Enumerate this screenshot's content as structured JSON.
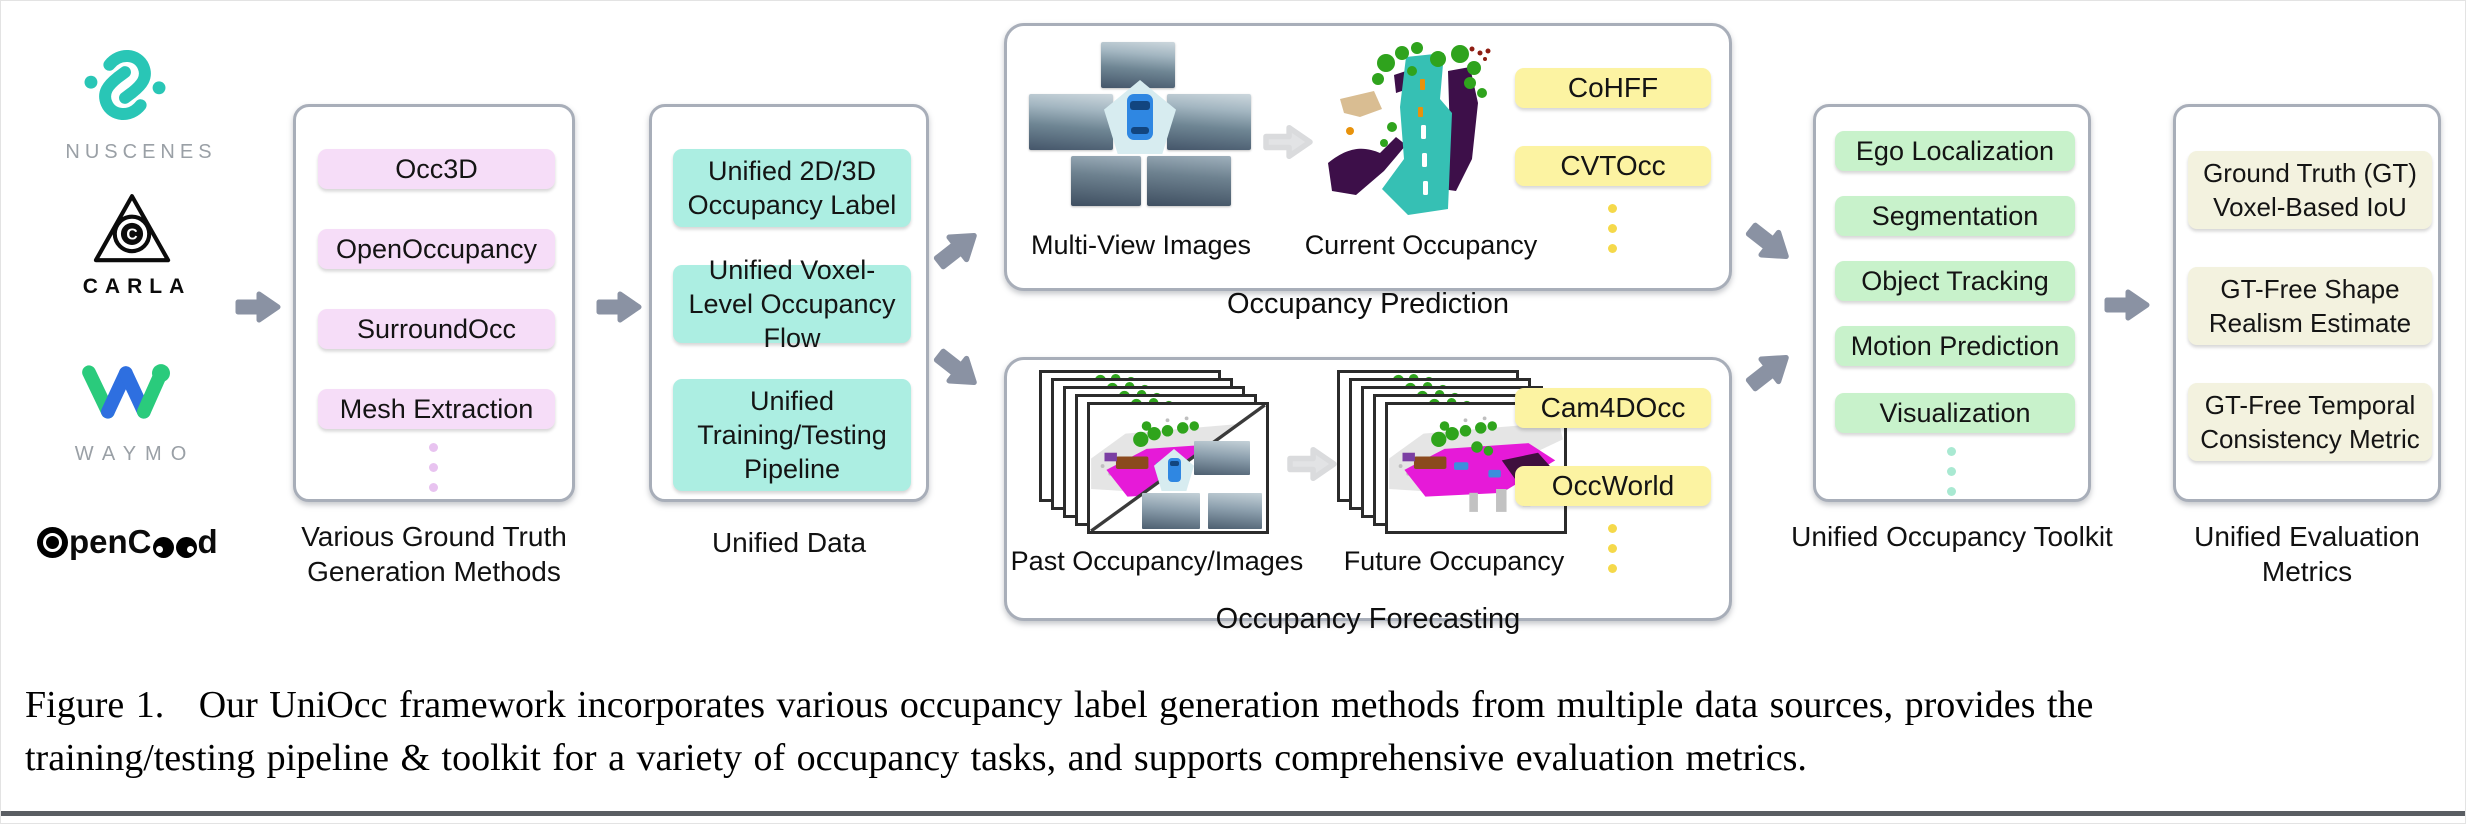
{
  "sources": {
    "nuscenes": {
      "label": "NUSCENES"
    },
    "carla": {
      "label": "CARLA"
    },
    "waymo": {
      "label": "WAYMO"
    },
    "opencood": {
      "label": "OpenCood",
      "p1": "pen",
      "p2": "C",
      "p3": "d"
    }
  },
  "gt": {
    "label": "Various Ground Truth Generation Methods",
    "items": [
      "Occ3D",
      "OpenOccupancy",
      "SurroundOcc",
      "Mesh Extraction"
    ]
  },
  "ud": {
    "label": "Unified Data",
    "items": [
      "Unified 2D/3D Occupancy Label",
      "Unified Voxel-Level Occupancy Flow",
      "Unified Training/Testing Pipeline"
    ]
  },
  "pred": {
    "title": "Occupancy Prediction",
    "input_label": "Multi-View Images",
    "output_label": "Current Occupancy",
    "methods": [
      "CoHFF",
      "CVTOcc"
    ]
  },
  "fore": {
    "title": "Occupancy Forecasting",
    "input_label": "Past Occupancy/Images",
    "output_label": "Future Occupancy",
    "methods": [
      "Cam4DOcc",
      "OccWorld"
    ]
  },
  "toolkit": {
    "label": "Unified Occupancy Toolkit",
    "items": [
      "Ego Localization",
      "Segmentation",
      "Object Tracking",
      "Motion Prediction",
      "Visualization"
    ]
  },
  "metrics": {
    "label": "Unified Evaluation Metrics",
    "items": [
      "Ground Truth (GT) Voxel-Based IoU",
      "GT-Free Shape Realism Estimate",
      "GT-Free Temporal Consistency Metric"
    ]
  },
  "caption": {
    "lines": [
      "Figure 1.   Our UniOcc framework incorporates various occupancy label generation methods from multiple data sources, provides the",
      "training/testing pipeline & toolkit for a variety of occupancy tasks, and supports comprehensive evaluation metrics."
    ]
  },
  "colors": {
    "gt_item": "#f6ddf8",
    "ud_item": "#aceee2",
    "toolkit_item": "#c8f2cb",
    "method_item": "#fcf3a2",
    "metric_item": "#f3f2df",
    "arrow": "#8a92a3",
    "box_border": "#a8aeb9",
    "nuscenes_teal": "#29c6b6",
    "waymo_green": "#2acb7c",
    "waymo_blue": "#2e6fe0"
  }
}
